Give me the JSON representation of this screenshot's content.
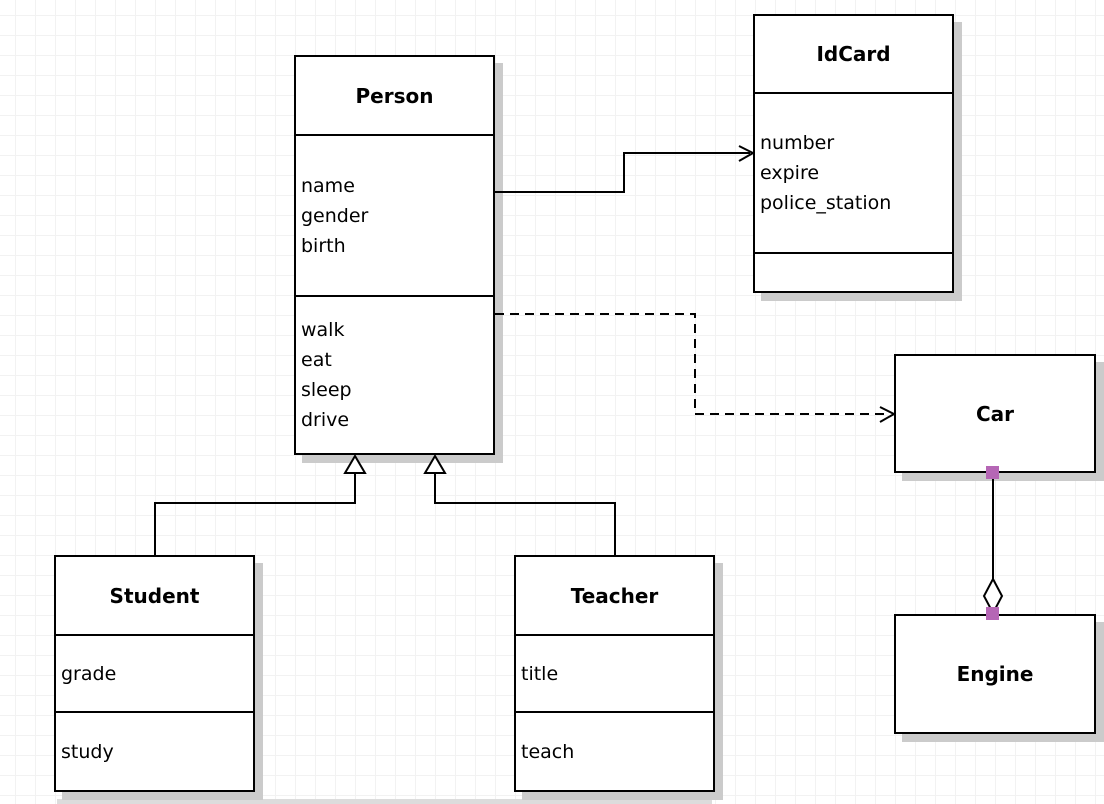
{
  "diagram": {
    "classes": {
      "person": {
        "title": "Person",
        "attributes": [
          "name",
          "gender",
          "birth"
        ],
        "methods": [
          "walk",
          "eat",
          "sleep",
          "drive"
        ]
      },
      "idcard": {
        "title": "IdCard",
        "attributes": [
          "number",
          "expire",
          "police_station"
        ],
        "methods": []
      },
      "car": {
        "title": "Car"
      },
      "engine": {
        "title": "Engine"
      },
      "student": {
        "title": "Student",
        "attributes": [
          "grade"
        ],
        "methods": [
          "study"
        ]
      },
      "teacher": {
        "title": "Teacher",
        "attributes": [
          "title"
        ],
        "methods": [
          "teach"
        ]
      }
    },
    "relationships": [
      {
        "from": "Person",
        "to": "IdCard",
        "type": "association",
        "line": "solid",
        "arrow": "open"
      },
      {
        "from": "Person",
        "to": "Car",
        "type": "dependency",
        "line": "dashed",
        "arrow": "open"
      },
      {
        "from": "Student",
        "to": "Person",
        "type": "generalization",
        "line": "solid",
        "arrow": "hollow-triangle"
      },
      {
        "from": "Teacher",
        "to": "Person",
        "type": "generalization",
        "line": "solid",
        "arrow": "hollow-triangle"
      },
      {
        "from": "Car",
        "to": "Engine",
        "type": "aggregation",
        "line": "solid",
        "arrow": "hollow-diamond"
      }
    ],
    "colors": {
      "line": "#000000",
      "box_border": "#000000",
      "box_fill": "#ffffff",
      "shadow": "#cbcbcb",
      "grid": "#f2f2f2",
      "anchor_point": "#b566b5"
    }
  }
}
